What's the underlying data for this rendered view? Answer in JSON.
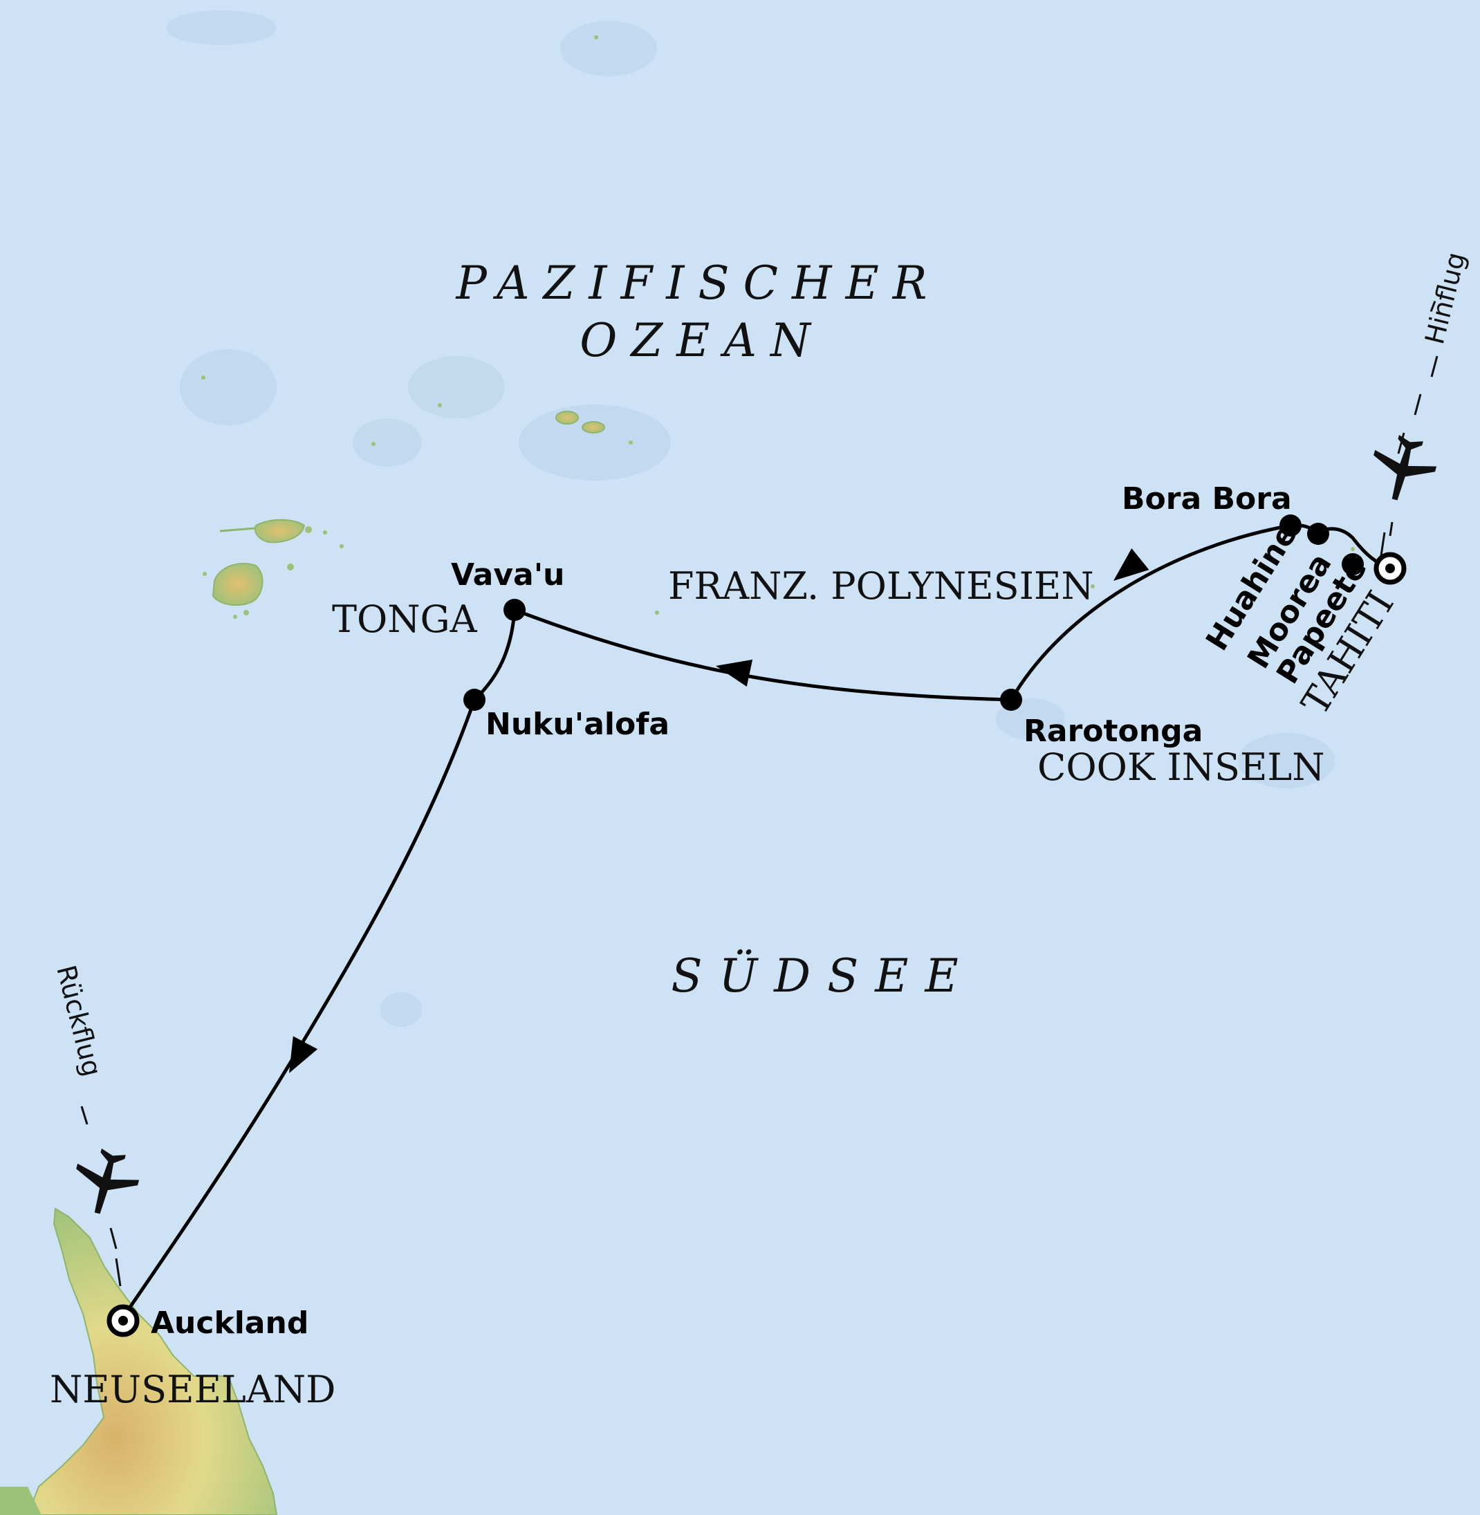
{
  "colors": {
    "ocean": "#cde2f4",
    "land_low": "#9cc27a",
    "land_mid": "#e2d98a",
    "land_high": "#d8b26a",
    "route": "#000000"
  },
  "labels": {
    "ocean_line1": "PAZIFISCHER",
    "ocean_line2": "OZEAN",
    "sea": "SÜDSEE",
    "fr_polynesia": "FRANZ. POLYNESIEN",
    "tonga": "TONGA",
    "cook": "COOK INSELN",
    "tahiti": "TAHITI",
    "nz": "NEUSEELAND"
  },
  "ports": {
    "bora_bora": "Bora Bora",
    "huahine": "Huahine",
    "moorea": "Moorea",
    "papeete": "Papeete",
    "rarotonga": "Rarotonga",
    "vavau": "Vava'u",
    "nukualofa": "Nuku'alofa",
    "auckland": "Auckland"
  },
  "flights": {
    "outbound": "Hinflug",
    "return": "Rückflug"
  },
  "icons": {
    "start_marker": "start-end-port-marker-icon",
    "stop_marker": "port-stop-marker-icon",
    "plane": "airplane-icon",
    "direction": "route-direction-arrow-icon"
  }
}
